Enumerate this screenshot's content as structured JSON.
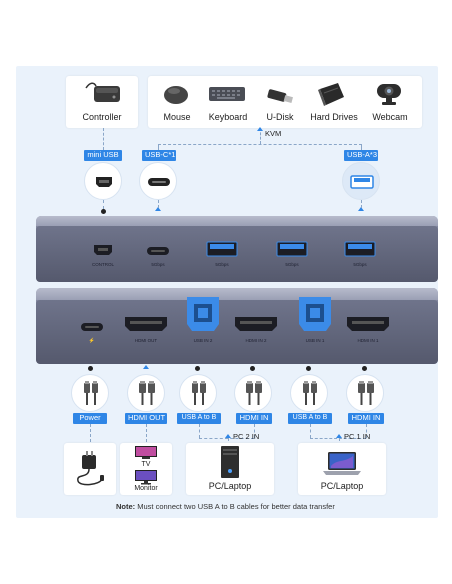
{
  "top_devices": {
    "controller": "Controller",
    "mouse": "Mouse",
    "keyboard": "Keyboard",
    "udisk": "U-Disk",
    "hard_drives": "Hard Drives",
    "webcam": "Webcam"
  },
  "kvm_label": "KVM",
  "top_pills": {
    "mini_usb": "mini USB",
    "usb_c": "USB-C*1",
    "usb_a": "USB-A*3"
  },
  "front_ports": {
    "control": "CONTROL",
    "c_speed": "5Gbps",
    "a1_speed": "5Gbps",
    "a2_speed": "5Gbps",
    "a3_speed": "5Gbps"
  },
  "rear_ports": {
    "power_symbol": "⚡",
    "hdmi_out": "HDMI OUT",
    "usb_in_2": "USB IN 2",
    "hdmi_in_2": "HDMI IN 2",
    "usb_in_1": "USB IN 1",
    "hdmi_in_1": "HDMI IN 1"
  },
  "bottom_pills": {
    "power": "Power",
    "hdmi_out": "HDMI OUT",
    "usb_ab_2": "USB A to B",
    "hdmi_in_2": "HDMI IN",
    "usb_ab_1": "USB A to B",
    "hdmi_in_1": "HDMI IN"
  },
  "pc_groups": {
    "pc2": "PC 2 IN",
    "pc1": "PC 1 IN"
  },
  "bottom_devices": {
    "tv": "TV",
    "monitor": "Monitor",
    "pc_laptop_1": "PC/Laptop",
    "pc_laptop_2": "PC/Laptop"
  },
  "note": {
    "prefix": "Note:",
    "text": " Must connect two USB A to B cables for better data transfer"
  },
  "colors": {
    "accent": "#2f86e6",
    "background_panel": "#eaf2fb",
    "device_body": "#6e7389"
  }
}
